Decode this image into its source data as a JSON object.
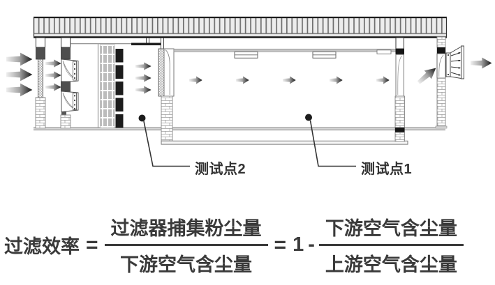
{
  "diagram": {
    "labels": {
      "test_point_2": "测试点2",
      "test_point_1": "测试点1"
    },
    "icons": {
      "inlet_arrows": "airflow-arrows",
      "outlet_arrow": "airflow-arrow",
      "test_point_marker": "dot-with-leader-line"
    }
  },
  "formula": {
    "lhs": "过滤效率",
    "eq1": "=",
    "frac1": {
      "numerator": "过滤器捕集粉尘量",
      "denominator": "下游空气含尘量"
    },
    "eq2": "=",
    "one": "1",
    "minus": "-",
    "frac2": {
      "numerator": "下游空气含尘量",
      "denominator": "上游空气含尘量"
    }
  },
  "colors": {
    "ink": "#3a3a3a",
    "line": "#333333",
    "black_fill": "#1a1a1a",
    "dark_gray": "#4f4f4f",
    "roof_fill": "#ededed",
    "hepa_cell": "#bcbcbc"
  }
}
